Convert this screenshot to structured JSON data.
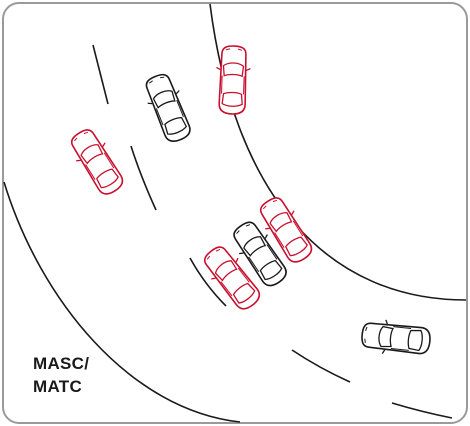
{
  "diagram": {
    "caption_line1": "MASC/",
    "caption_line2": "MATC",
    "colors": {
      "border": "#9a9a9a",
      "road_line": "#1a1a1a",
      "car_red": "#c8102e",
      "car_black": "#1a1a1a"
    },
    "cars": [
      {
        "color": "red"
      },
      {
        "color": "black"
      },
      {
        "color": "red"
      },
      {
        "color": "red"
      },
      {
        "color": "black"
      },
      {
        "color": "red"
      },
      {
        "color": "black"
      }
    ]
  }
}
